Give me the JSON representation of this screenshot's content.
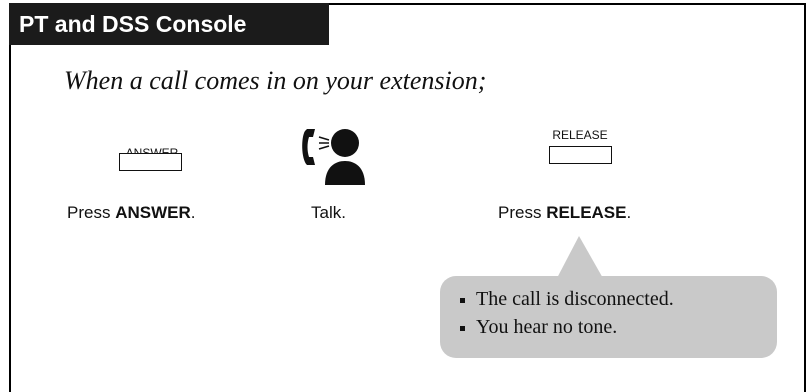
{
  "header": {
    "title": "PT and DSS Console"
  },
  "intro": "When a call comes in on your extension;",
  "steps": [
    {
      "key_label": "ANSWER",
      "caption_prefix": "Press ",
      "caption_bold": "ANSWER",
      "caption_suffix": "."
    },
    {
      "icon": "talking-on-handset-icon",
      "caption": "Talk."
    },
    {
      "key_label": "RELEASE",
      "caption_prefix": "Press ",
      "caption_bold": "RELEASE",
      "caption_suffix": "."
    }
  ],
  "notes": [
    "The call is disconnected.",
    "You hear no tone."
  ]
}
